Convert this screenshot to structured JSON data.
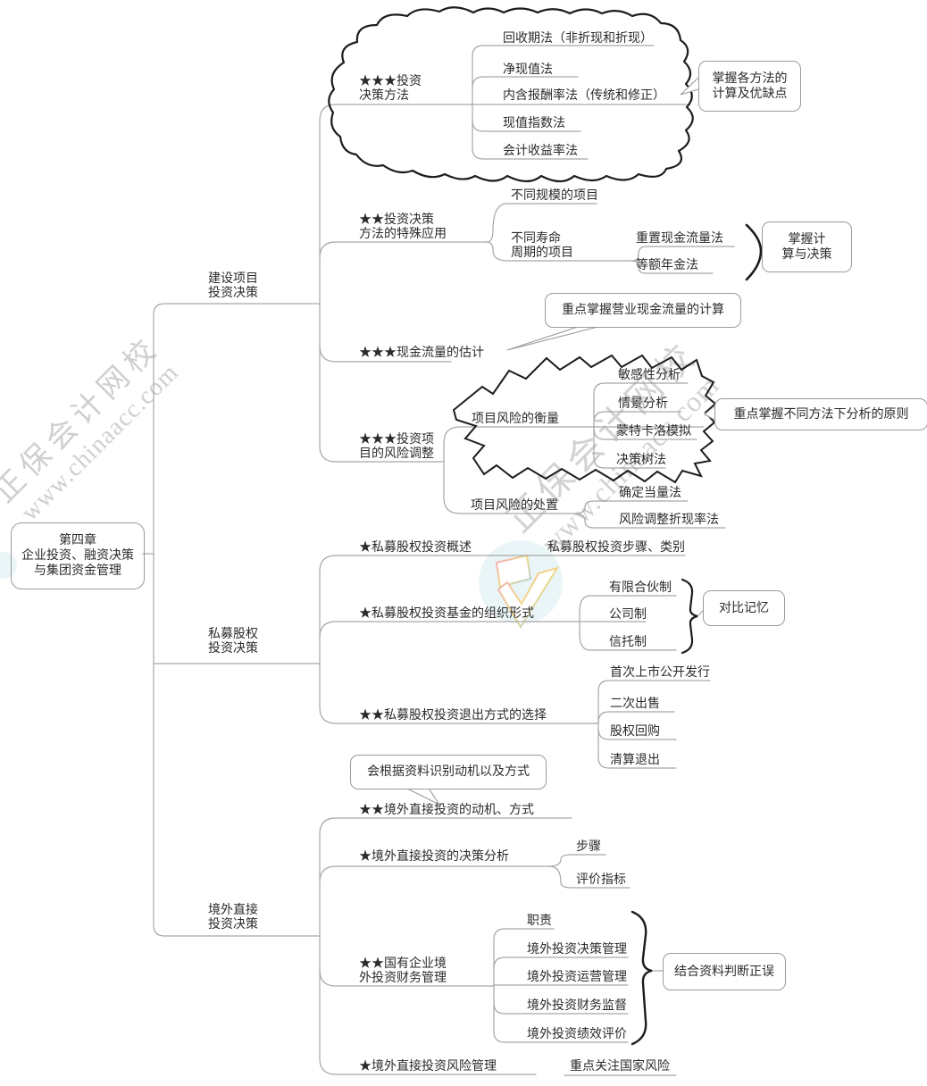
{
  "watermark": {
    "brand": "正保会计网校",
    "site": "www.chinaacc.com"
  },
  "root": {
    "title": "第四章\n企业投资、融资决策\n与集团资金管理"
  },
  "branch1": {
    "label": "建设项目\n投资决策",
    "methods": {
      "label": "★★★投资\n决策方法",
      "items": [
        "回收期法（非折现和折现）",
        "净现值法",
        "内含报酬率法（传统和修正）",
        "现值指数法",
        "会计收益率法"
      ],
      "note": "掌握各方法的\n计算及优缺点"
    },
    "special": {
      "label": "★★投资决策\n方法的特殊应用",
      "scale": "不同规模的项目",
      "life": {
        "label": "不同寿命\n周期的项目",
        "items": [
          "重置现金流量法",
          "等额年金法"
        ],
        "note": "掌握计\n算与决策"
      }
    },
    "cashflow": {
      "label": "★★★现金流量的估计",
      "note": "重点掌握营业现金流量的计算"
    },
    "risk": {
      "label": "★★★投资项\n目的风险调整",
      "measure": {
        "label": "项目风险的衡量",
        "items": [
          "敏感性分析",
          "情景分析",
          "蒙特卡洛模拟",
          "决策树法"
        ],
        "note": "重点掌握不同方法下分析的原则"
      },
      "treat": {
        "label": "项目风险的处置",
        "items": [
          "确定当量法",
          "风险调整折现率法"
        ]
      }
    }
  },
  "branch2": {
    "label": "私募股权\n投资决策",
    "overview": {
      "label": "★私募股权投资概述",
      "item": "私募股权投资步骤、类别"
    },
    "org": {
      "label": "★私募股权投资基金的组织形式",
      "items": [
        "有限合伙制",
        "公司制",
        "信托制"
      ],
      "note": "对比记忆"
    },
    "exit": {
      "label": "★★私募股权投资退出方式的选择",
      "items": [
        "首次上市公开发行",
        "二次出售",
        "股权回购",
        "清算退出"
      ]
    }
  },
  "branch3": {
    "label": "境外直接\n投资决策",
    "motive": {
      "label": "★★境外直接投资的动机、方式",
      "note": "会根据资料识别动机以及方式"
    },
    "analysis": {
      "label": "★境外直接投资的决策分析",
      "items": [
        "步骤",
        "评价指标"
      ]
    },
    "soe": {
      "label": "★★国有企业境\n外投资财务管理",
      "items": [
        "职责",
        "境外投资决策管理",
        "境外投资运营管理",
        "境外投资财务监督",
        "境外投资绩效评价"
      ],
      "note": "结合资料判断正误"
    },
    "riskmgmt": {
      "label": "★境外直接投资风险管理",
      "item": "重点关注国家风险"
    }
  }
}
